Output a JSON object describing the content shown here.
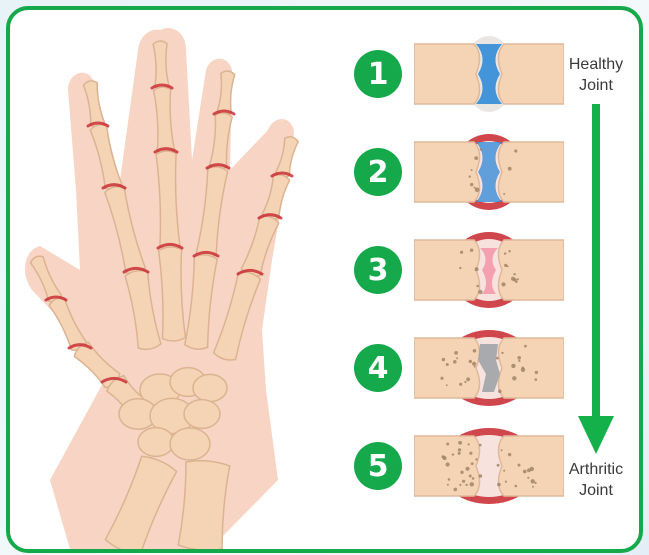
{
  "colors": {
    "frame": "#16a94b",
    "arrow": "#14b14a",
    "badge": "#16a94b",
    "bone": "#f4d4b4",
    "bone_outline": "#e0b898",
    "skin": "#f6cdb8",
    "cartilage_healthy": "#3a8fd8",
    "cartilage_inflamed": "#f4a0b0",
    "cartilage_damaged": "#a0a4a8",
    "inflammation": "#c8262e"
  },
  "stages": [
    {
      "number": "1",
      "icon": "healthy-joint-icon"
    },
    {
      "number": "2",
      "icon": "early-inflamed-joint-icon"
    },
    {
      "number": "3",
      "icon": "cartilage-loss-joint-icon"
    },
    {
      "number": "4",
      "icon": "damaged-joint-icon"
    },
    {
      "number": "5",
      "icon": "arthritic-joint-icon"
    }
  ],
  "labels": {
    "top_line1": "Healthy",
    "top_line2": "Joint",
    "bottom_line1": "Arthritic",
    "bottom_line2": "Joint"
  }
}
